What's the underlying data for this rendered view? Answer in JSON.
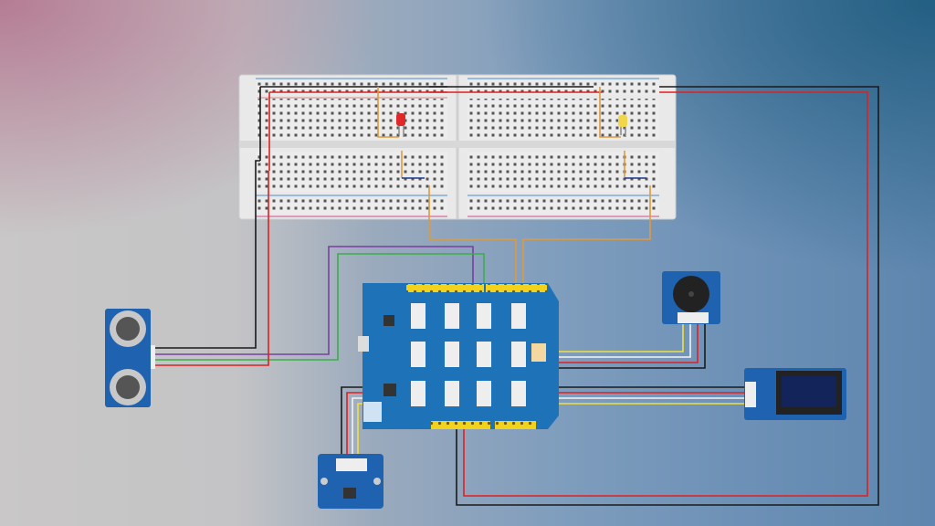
{
  "diagram": {
    "components": [
      "breadboard",
      "ultrasonic-sensor",
      "grove-base-shield",
      "buzzer-module",
      "oled-display",
      "grove-sensor-module",
      "red-led",
      "yellow-led"
    ],
    "colors": {
      "board_blue": "#1e73b8",
      "header_yellow": "#f2d21a",
      "wire_black": "#1a1a1a",
      "wire_red": "#e02020",
      "wire_purple": "#7a3fa0",
      "wire_green": "#3cae4a",
      "wire_orange": "#e09a3a",
      "wire_yellow": "#f0e040",
      "wire_white": "#f4f4f4",
      "led_red": "#e02828",
      "led_yellow": "#f2d64a"
    }
  }
}
